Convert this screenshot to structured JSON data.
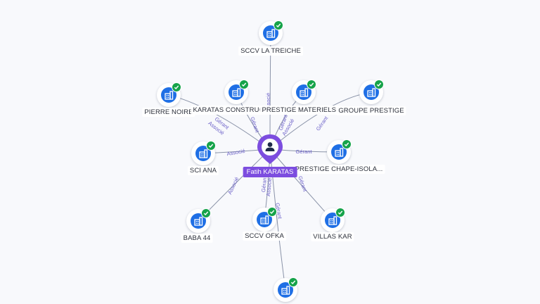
{
  "center": {
    "name": "Fatih KARATAS",
    "icon": "person-icon"
  },
  "nodes": [
    {
      "id": "sccv-la-treiche",
      "label": "SCCV LA TREICHE",
      "icon": "building-icon",
      "verified": true
    },
    {
      "id": "pierre-noire",
      "label": "PIERRE NOIRE",
      "icon": "building-icon",
      "verified": true
    },
    {
      "id": "karatas-construc",
      "label": "KARATAS CONSTRUC",
      "icon": "building-icon",
      "verified": true
    },
    {
      "id": "prestige-materiels",
      "label": "PRESTIGE MATERIELS I",
      "icon": "building-icon",
      "verified": true
    },
    {
      "id": "groupe-prestige",
      "label": "GROUPE PRESTIGE",
      "icon": "building-icon",
      "verified": true
    },
    {
      "id": "sci-ana",
      "label": "SCI ANA",
      "icon": "building-icon",
      "verified": true
    },
    {
      "id": "prestige-chape",
      "label": "PRESTIGE CHAPE-ISOLA...",
      "icon": "building-icon",
      "verified": true
    },
    {
      "id": "baba-44",
      "label": "BABA 44",
      "icon": "building-icon",
      "verified": true
    },
    {
      "id": "sccv-ofka",
      "label": "SCCV OFKA",
      "icon": "building-icon",
      "verified": true
    },
    {
      "id": "villas-kar",
      "label": "VILLAS KAR",
      "icon": "building-icon",
      "verified": true
    },
    {
      "id": "bottom-company",
      "label": "",
      "icon": "building-icon",
      "verified": true
    }
  ],
  "edges": [
    {
      "to": "sccv-la-treiche",
      "labels": [
        "Associé"
      ]
    },
    {
      "to": "pierre-noire",
      "labels": [
        "Gérant",
        "Associé"
      ]
    },
    {
      "to": "karatas-construc",
      "labels": [
        "Gérant"
      ]
    },
    {
      "to": "prestige-materiels",
      "labels": [
        "Gérant",
        "Associé"
      ]
    },
    {
      "to": "groupe-prestige",
      "labels": [
        "Gérant"
      ]
    },
    {
      "to": "sci-ana",
      "labels": [
        "Associé"
      ]
    },
    {
      "to": "prestige-chape",
      "labels": [
        "Gérant"
      ]
    },
    {
      "to": "baba-44",
      "labels": [
        "Associé"
      ]
    },
    {
      "to": "sccv-ofka",
      "labels": [
        "Gérant",
        "Associé"
      ]
    },
    {
      "to": "villas-kar",
      "labels": [
        "Gérant"
      ]
    },
    {
      "to": "bottom-company",
      "labels": [
        "Gérant"
      ]
    }
  ],
  "colors": {
    "edge": "#8a93a8",
    "edge_label": "#6a5fc8",
    "node_fill": "#1f6fe5",
    "verified_badge": "#16a34a",
    "center_fill": "#7c4ddf",
    "background": "#f8f9fc"
  }
}
